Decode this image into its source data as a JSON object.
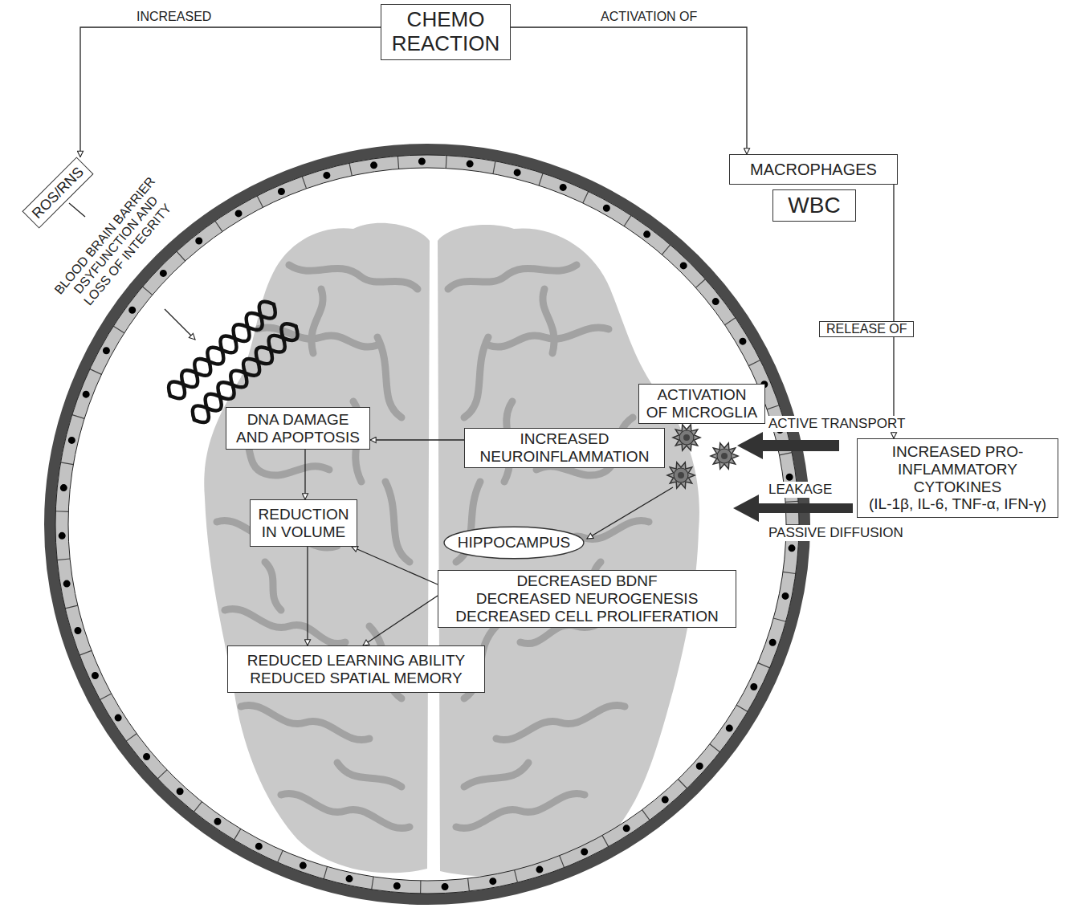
{
  "diagram": {
    "nodes": [
      {
        "text": [
          "CHEMO REACTION"
        ]
      },
      {
        "text": [
          "ROS/RNS"
        ]
      },
      {
        "text": [
          "MACROPHAGES"
        ]
      },
      {
        "text": [
          "WBC"
        ]
      },
      {
        "text": [
          "ACTIVATION OF MICROGLIA"
        ]
      },
      {
        "text": [
          "INCREASED PRO-INFLAMMATORY CYTOKINES",
          "(IL-1β, IL-6, TNF-α, IFN-γ)"
        ]
      },
      {
        "text": [
          "INCREASED NEUROINFLAMMATION"
        ]
      },
      {
        "text": [
          "DNA DAMAGE AND APOPTOSIS"
        ]
      },
      {
        "text": [
          "REDUCTION IN VOLUME"
        ]
      },
      {
        "text": [
          "HIPPOCAMPUS"
        ]
      },
      {
        "text": [
          "DECREASED BDNF",
          "DECREASED NEUROGENESIS",
          "DECREASED CELL PROLIFERATION"
        ]
      },
      {
        "text": [
          "REDUCED LEARNING ABILITY",
          "REDUCED SPATIAL MEMORY"
        ]
      }
    ],
    "edges": [
      {
        "from": 0,
        "to": 1,
        "label": "INCREASED",
        "arrow": "to"
      },
      {
        "from": 0,
        "to": 2,
        "label": "ACTIVATION OF",
        "arrow": "to"
      },
      {
        "from": 2,
        "to": 5,
        "label": "RELEASE OF",
        "arrow": "to"
      },
      {
        "from": 6,
        "to": 7,
        "arrow": "to"
      },
      {
        "from": 7,
        "to": 8,
        "arrow": "to"
      },
      {
        "from": 8,
        "to": 11,
        "arrow": "to"
      },
      {
        "from": 10,
        "to": 8,
        "arrow": "to"
      },
      {
        "from": 10,
        "to": 11,
        "arrow": "to"
      }
    ],
    "labels": [
      "BLOOD BRAIN BARRIER DSYFUNCTION AND LOSS OF INTEGRITY",
      "ACTIVE TRANSPORT",
      "LEAKAGE",
      "PASSIVE DIFFUSION"
    ]
  }
}
